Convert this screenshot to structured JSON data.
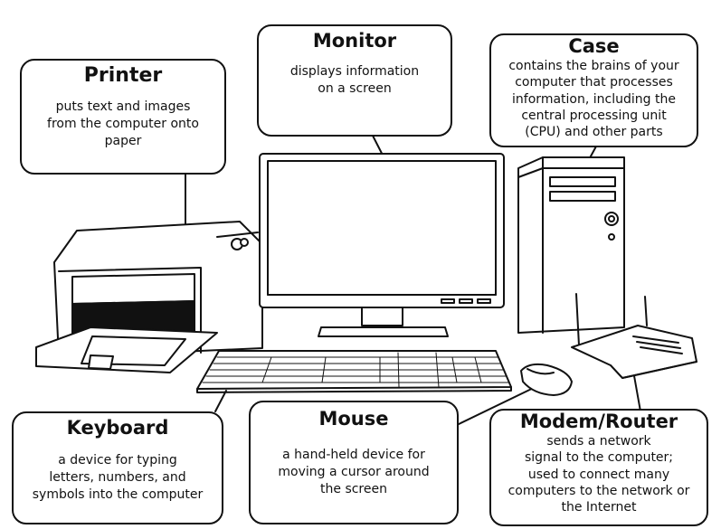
{
  "labels": {
    "printer": {
      "title": "Printer",
      "description": "puts text and images\nfrom the computer onto\npaper"
    },
    "monitor": {
      "title": "Monitor",
      "description": "displays information\non a screen"
    },
    "case": {
      "title": "Case",
      "description": "contains the brains of your\ncomputer that processes\ninformation, including the\ncentral processing unit\n(CPU) and other parts"
    },
    "keyboard": {
      "title": "Keyboard",
      "description": "a device for typing\nletters, numbers, and\nsymbols into the computer"
    },
    "mouse": {
      "title": "Mouse",
      "description": "a hand-held device for\nmoving a cursor around\nthe screen"
    },
    "modem": {
      "title": "Modem/Router",
      "description": "sends a network\nsignal to the computer;\nused to connect many\ncomputers to the network or\nthe Internet"
    }
  }
}
